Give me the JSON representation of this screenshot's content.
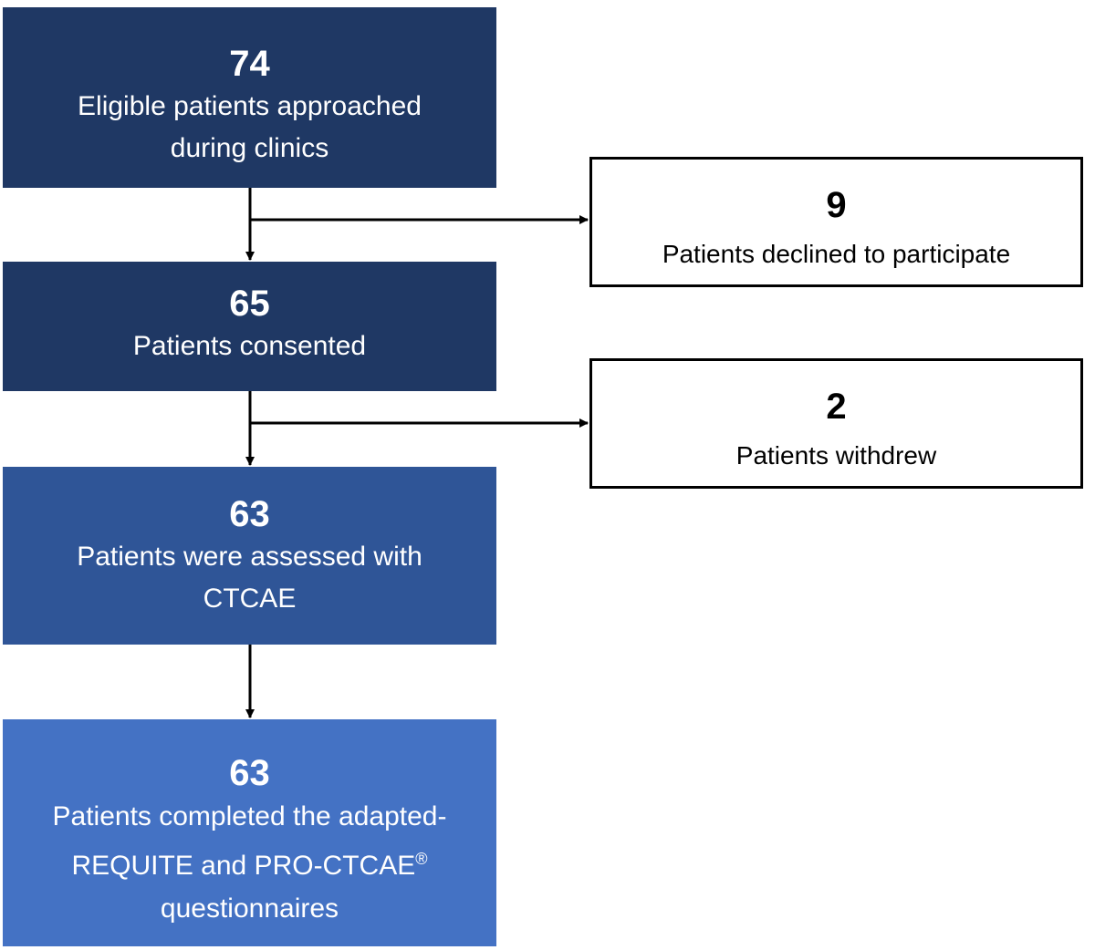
{
  "nodes": {
    "eligible": {
      "count": "74",
      "lines": [
        "Eligible patients approached",
        "during clinics"
      ]
    },
    "declined": {
      "count": "9",
      "lines": [
        "Patients declined to participate"
      ]
    },
    "consented": {
      "count": "65",
      "lines": [
        "Patients consented"
      ]
    },
    "withdrew": {
      "count": "2",
      "lines": [
        "Patients withdrew"
      ]
    },
    "assessed": {
      "count": "63",
      "lines": [
        "Patients were assessed with",
        "CTCAE"
      ]
    },
    "completed": {
      "count": "63",
      "lines": [
        "Patients completed the adapted-",
        "REQUITE and PRO-CTCAE",
        "questionnaires"
      ],
      "superscript": "®"
    }
  },
  "colors": {
    "dark": "#1f3864",
    "mid": "#2f5597",
    "light": "#4472c4",
    "arrow": "#000000"
  }
}
